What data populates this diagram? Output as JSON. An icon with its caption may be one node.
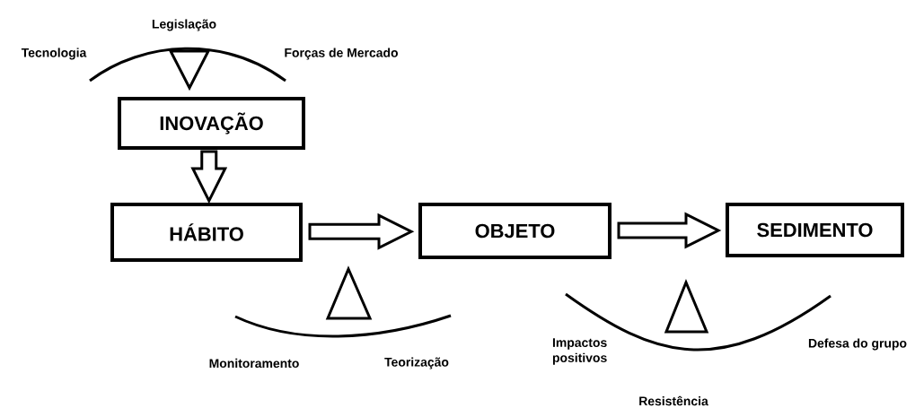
{
  "diagram": {
    "nodes": [
      {
        "text": [
          "INOVAÇÃO"
        ]
      },
      {
        "text": [
          "HÁBITO"
        ]
      },
      {
        "text": [
          "OBJETO"
        ]
      },
      {
        "text": [
          "SEDIMENTO"
        ]
      }
    ],
    "edges": [
      {
        "from": 0,
        "to": 1,
        "arrow": "to"
      },
      {
        "from": 1,
        "to": 2,
        "arrow": "to"
      },
      {
        "from": 2,
        "to": 3,
        "arrow": "to"
      }
    ],
    "labels": [
      "Legislação",
      "Tecnologia",
      "Forças de Mercado",
      "Monitoramento",
      "Teorização",
      "Impactos positivos",
      "Defesa do grupo",
      "Resistência"
    ]
  }
}
